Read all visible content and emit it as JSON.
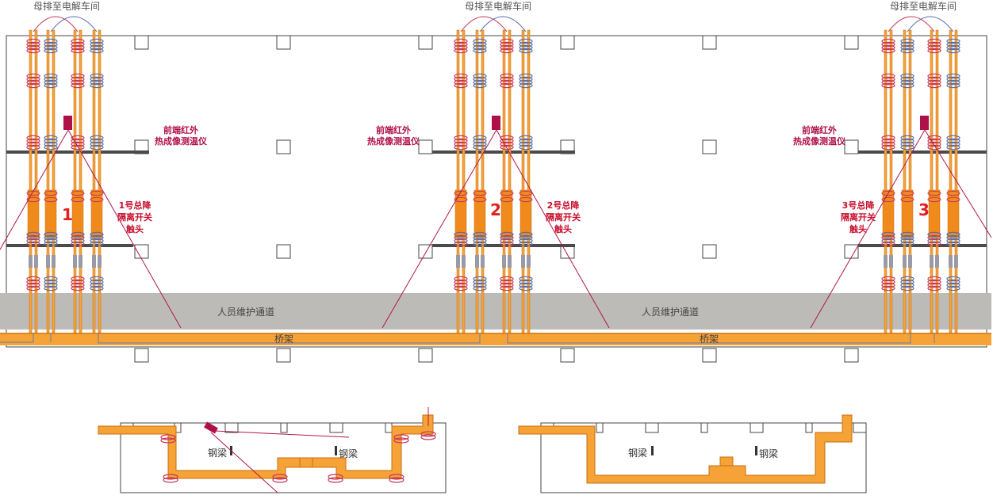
{
  "colors": {
    "busbar": "#f5a236",
    "busbar_dark": "#c96f10",
    "coil_red": "#c8385a",
    "coil_blue": "#5a6fa8",
    "walkway": "#bdbbb8",
    "sensor": "#b0104a",
    "beam": "#4a4a4a",
    "sightline": "#b01848"
  },
  "top_labels": [
    "母排至电解车间",
    "母排至电解车间",
    "母排至电解车间"
  ],
  "camera_labels": [
    {
      "line1": "前端红外",
      "line2": "热成像测温仪"
    },
    {
      "line1": "前端红外",
      "line2": "热成像测温仪"
    },
    {
      "line1": "前端红外",
      "line2": "热成像测温仪"
    }
  ],
  "switch_labels": [
    {
      "line1": "1号总降",
      "line2": "隔离开关",
      "line3": "触头"
    },
    {
      "line1": "2号总降",
      "line2": "隔离开关",
      "line3": "触头"
    },
    {
      "line1": "3号总降",
      "line2": "隔离开关",
      "line3": "触头"
    }
  ],
  "unit_numbers": [
    "1",
    "2",
    "3"
  ],
  "walkway_labels": [
    "人员维护通道",
    "人员维护通道"
  ],
  "tray_labels": [
    "桥架",
    "桥架"
  ],
  "section_labels": {
    "left": [
      "钢梁",
      "钢梁"
    ],
    "right": [
      "钢梁",
      "钢梁"
    ]
  }
}
